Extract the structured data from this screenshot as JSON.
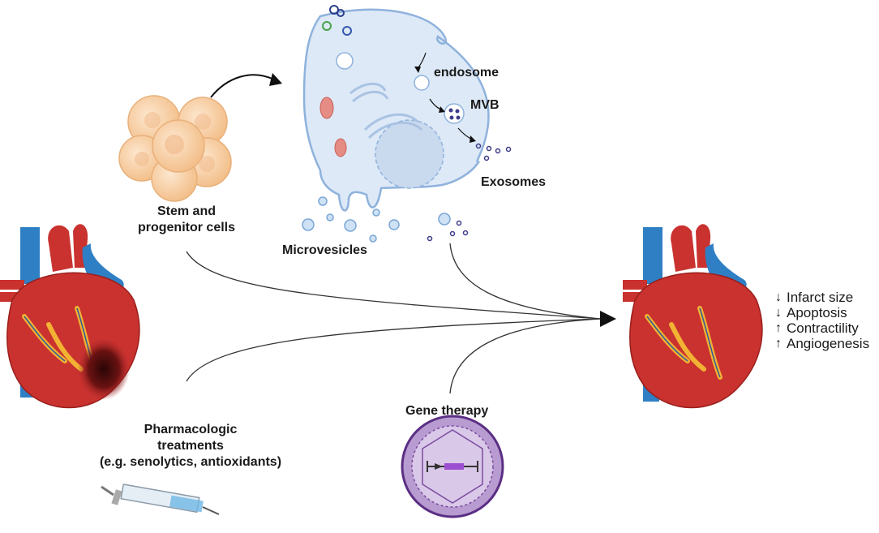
{
  "labels": {
    "stem_line1": "Stem and",
    "stem_line2": "progenitor cells",
    "endosome": "endosome",
    "mvb": "MVB",
    "exosomes": "Exosomes",
    "microvesicles": "Microvesicles",
    "gene_therapy": "Gene therapy",
    "pharma_line1": "Pharmacologic",
    "pharma_line2": "treatments",
    "pharma_line3": "(e.g. senolytics, antioxidants)"
  },
  "outcomes": [
    {
      "arrow": "↓",
      "text": "Infarct size"
    },
    {
      "arrow": "↓",
      "text": "Apoptosis"
    },
    {
      "arrow": "↑",
      "text": "Contractility"
    },
    {
      "arrow": "↑",
      "text": "Angiogenesis"
    }
  ],
  "colors": {
    "cell_fill": "#dde9f7",
    "cell_stroke": "#8fb2dc",
    "vesicle": "#7aa6d6",
    "exosome": "#3c3a8a",
    "heart_red": "#c9322f",
    "heart_blue": "#2f7fc4",
    "fat_yellow": "#f2b233",
    "infarct": "#5a1010",
    "stem_cell": "#f7d2ad",
    "virus_purple": "#7a4aa0"
  },
  "icons": [
    "diseased-heart",
    "healed-heart",
    "stem-cell-cluster",
    "cell-diagram",
    "syringe",
    "viral-vector"
  ]
}
